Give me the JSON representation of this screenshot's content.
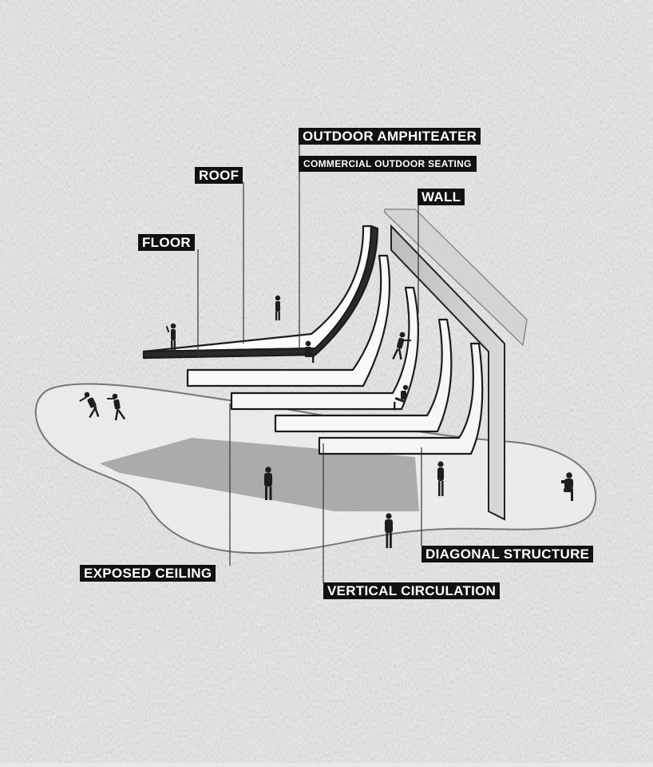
{
  "labels": {
    "outdoor_amphiteater": "OUTDOOR AMPHITEATER",
    "commercial_outdoor_seating": "COMMERCIAL OUTDOOR SEATING",
    "roof": "ROOF",
    "wall": "WALL",
    "floor": "FLOOR",
    "diagonal_structure": "DIAGONAL STRUCTURE",
    "exposed_ceiling": "EXPOSED CEILING",
    "vertical_circulation": "VERTICAL CIRCULATION"
  }
}
